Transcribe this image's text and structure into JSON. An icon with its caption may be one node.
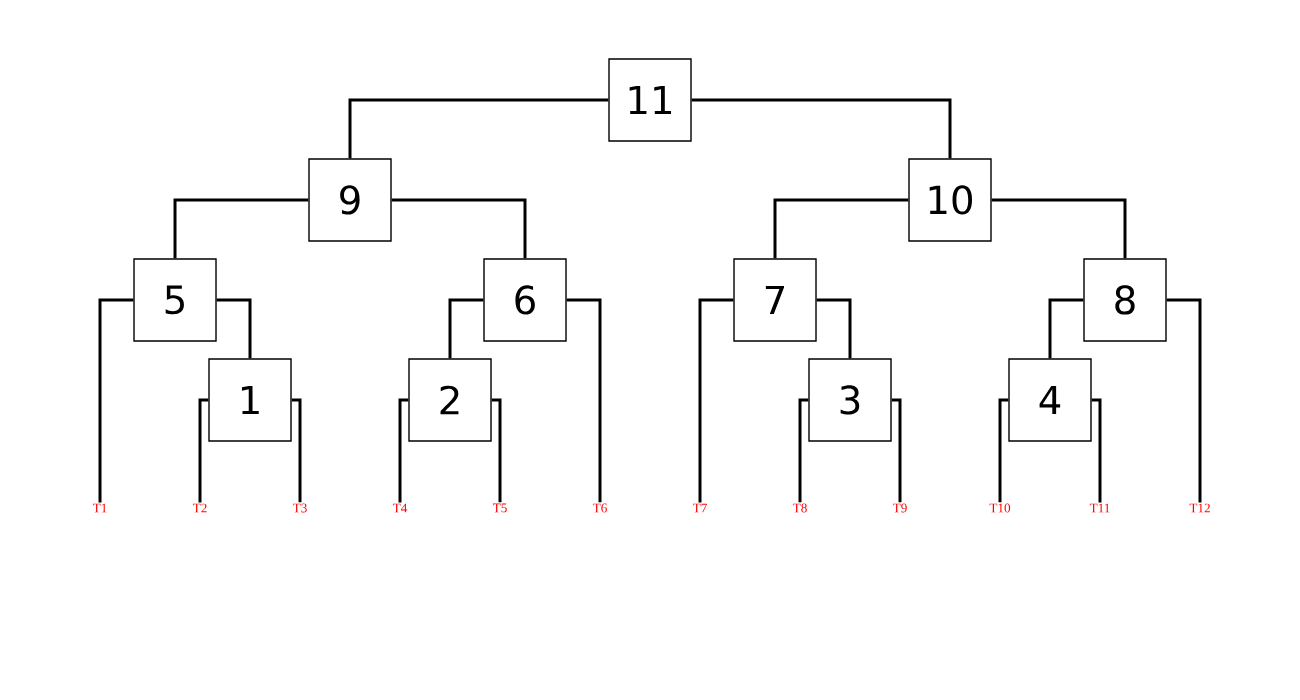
{
  "diagram": {
    "nodes": [
      {
        "text": [
          "11"
        ]
      },
      {
        "text": [
          "9"
        ]
      },
      {
        "text": [
          "10"
        ]
      },
      {
        "text": [
          "5"
        ]
      },
      {
        "text": [
          "6"
        ]
      },
      {
        "text": [
          "7"
        ]
      },
      {
        "text": [
          "8"
        ]
      },
      {
        "text": [
          "1"
        ]
      },
      {
        "text": [
          "2"
        ]
      },
      {
        "text": [
          "3"
        ]
      },
      {
        "text": [
          "4"
        ]
      },
      {
        "text": [
          "T1"
        ]
      },
      {
        "text": [
          "T2"
        ]
      },
      {
        "text": [
          "T3"
        ]
      },
      {
        "text": [
          "T4"
        ]
      },
      {
        "text": [
          "T5"
        ]
      },
      {
        "text": [
          "T6"
        ]
      },
      {
        "text": [
          "T7"
        ]
      },
      {
        "text": [
          "T8"
        ]
      },
      {
        "text": [
          "T9"
        ]
      },
      {
        "text": [
          "T10"
        ]
      },
      {
        "text": [
          "T11"
        ]
      },
      {
        "text": [
          "T12"
        ]
      }
    ],
    "edges": [
      {
        "from": 0,
        "to": 1,
        "arrow": "none"
      },
      {
        "from": 0,
        "to": 2,
        "arrow": "none"
      },
      {
        "from": 1,
        "to": 3,
        "arrow": "none"
      },
      {
        "from": 1,
        "to": 4,
        "arrow": "none"
      },
      {
        "from": 2,
        "to": 5,
        "arrow": "none"
      },
      {
        "from": 2,
        "to": 6,
        "arrow": "none"
      },
      {
        "from": 3,
        "to": 11,
        "arrow": "none"
      },
      {
        "from": 3,
        "to": 7,
        "arrow": "none"
      },
      {
        "from": 7,
        "to": 12,
        "arrow": "none"
      },
      {
        "from": 7,
        "to": 13,
        "arrow": "none"
      },
      {
        "from": 4,
        "to": 8,
        "arrow": "none"
      },
      {
        "from": 4,
        "to": 16,
        "arrow": "none"
      },
      {
        "from": 8,
        "to": 14,
        "arrow": "none"
      },
      {
        "from": 8,
        "to": 15,
        "arrow": "none"
      },
      {
        "from": 5,
        "to": 17,
        "arrow": "none"
      },
      {
        "from": 5,
        "to": 9,
        "arrow": "none"
      },
      {
        "from": 9,
        "to": 18,
        "arrow": "none"
      },
      {
        "from": 9,
        "to": 19,
        "arrow": "none"
      },
      {
        "from": 6,
        "to": 10,
        "arrow": "none"
      },
      {
        "from": 6,
        "to": 22,
        "arrow": "none"
      },
      {
        "from": 10,
        "to": 20,
        "arrow": "none"
      },
      {
        "from": 10,
        "to": 21,
        "arrow": "none"
      }
    ]
  }
}
